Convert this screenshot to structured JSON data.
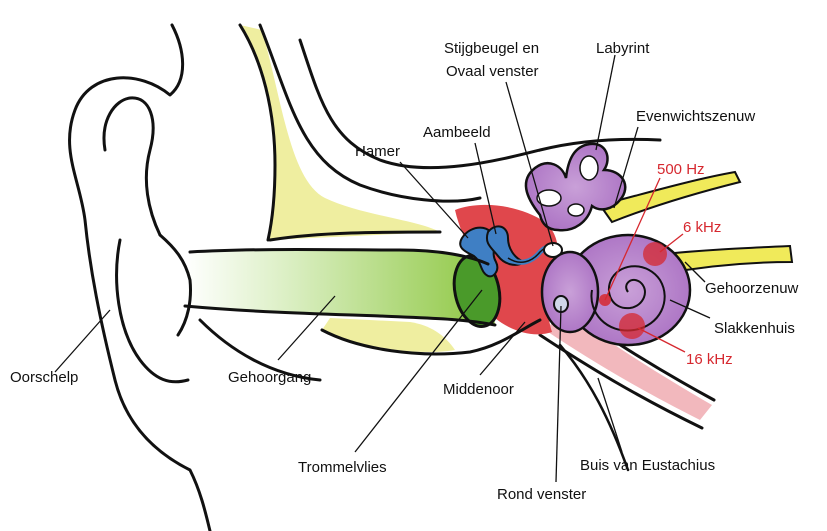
{
  "colors": {
    "outline": "#111111",
    "canal_yellow": "#efeea0",
    "canal_green": "#8cc63f",
    "eardrum_green": "#4a9a2a",
    "middle_ear_red": "#e0474c",
    "ossicle_blue": "#3f7fc4",
    "labyrinth_purple": "#b07cc6",
    "nerve_yellow": "#f0ea5a",
    "frequency_red": "#d6282f",
    "eustachian_pink": "#f2b8bd"
  },
  "labels": {
    "oorschelp": "Oorschelp",
    "gehoorgang": "Gehoorgang",
    "trommelvlies": "Trommelvlies",
    "middenoor": "Middenoor",
    "rond_venster": "Rond venster",
    "buis_van_eustachius": "Buis van Eustachius",
    "hamer": "Hamer",
    "aambeeld": "Aambeeld",
    "stijgbeugel_line1": "Stijgbeugel en",
    "stijgbeugel_line2": "Ovaal venster",
    "labyrint": "Labyrint",
    "evenwichtszenuw": "Evenwichtszenuw",
    "gehoorzenuw": "Gehoorzenuw",
    "slakkenhuis": "Slakkenhuis"
  },
  "frequencies": {
    "f500": "500 Hz",
    "f6k": "6 kHz",
    "f16k": "16 kHz"
  }
}
